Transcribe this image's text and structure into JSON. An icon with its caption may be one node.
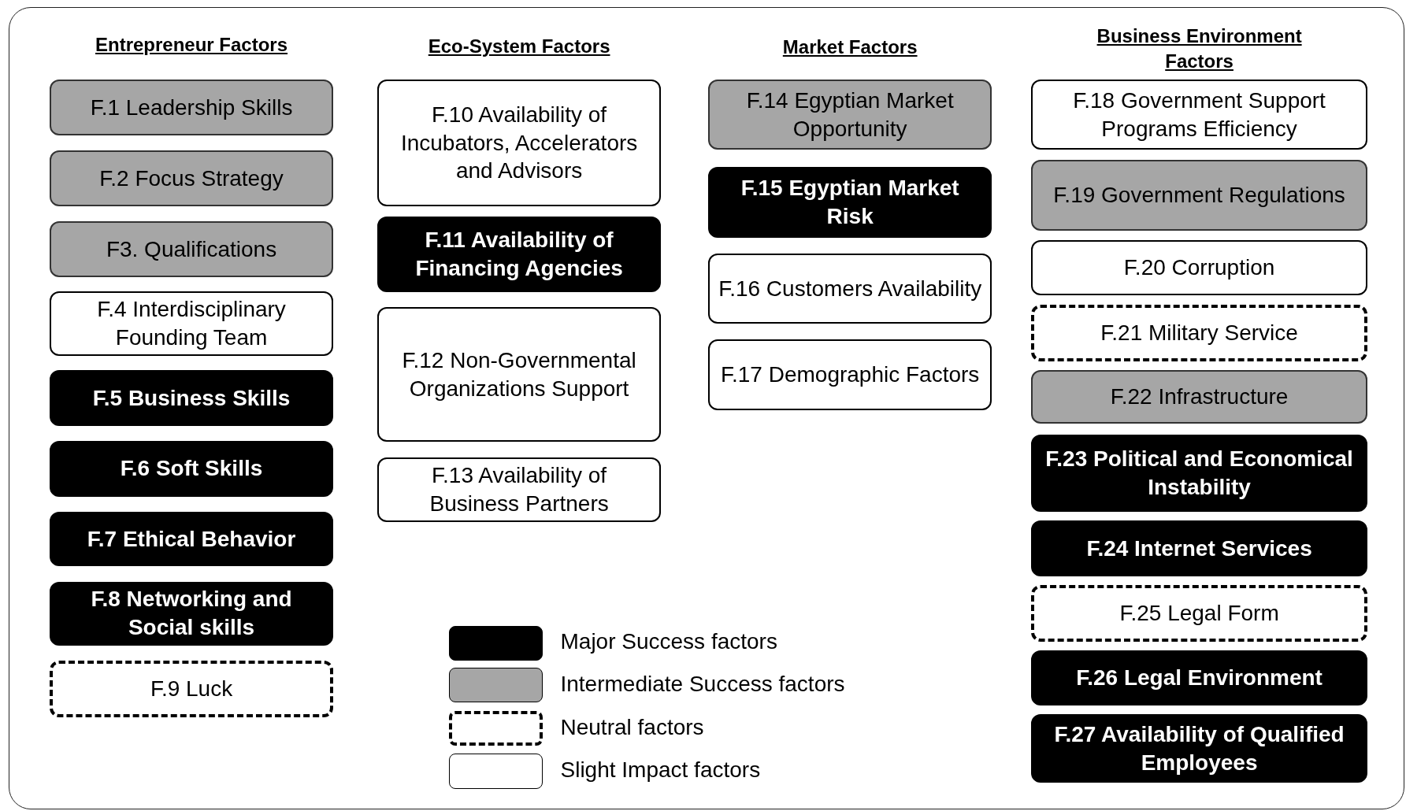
{
  "diagram": {
    "nodes": [
      {
        "text": [
          "F.1 Leadership Skills"
        ]
      },
      {
        "text": [
          "F.2 Focus Strategy"
        ]
      },
      {
        "text": [
          "F3. Qualifications"
        ]
      },
      {
        "text": [
          "F.4 Interdisciplinary Founding Team"
        ]
      },
      {
        "text": [
          "F.5 Business Skills"
        ]
      },
      {
        "text": [
          "F.6 Soft Skills"
        ]
      },
      {
        "text": [
          "F.7 Ethical Behavior"
        ]
      },
      {
        "text": [
          "F.8 Networking and Social skills"
        ]
      },
      {
        "text": [
          "F.9 Luck"
        ]
      },
      {
        "text": [
          "F.10 Availability  of Incubators, Accelerators and Advisors"
        ]
      },
      {
        "text": [
          "F.11 Availability of Financing Agencies"
        ]
      },
      {
        "text": [
          "F.12 Non-Governmental Organizations Support"
        ]
      },
      {
        "text": [
          "F.13 Availability of Business Partners"
        ]
      },
      {
        "text": [
          "F.14 Egyptian Market Opportunity"
        ]
      },
      {
        "text": [
          "F.15 Egyptian Market Risk"
        ]
      },
      {
        "text": [
          "F.16 Customers Availability"
        ]
      },
      {
        "text": [
          "F.17 Demographic Factors"
        ]
      },
      {
        "text": [
          "F.18 Government Support Programs Efficiency"
        ]
      },
      {
        "text": [
          "F.19 Government Regulations"
        ]
      },
      {
        "text": [
          "F.20 Corruption"
        ]
      },
      {
        "text": [
          "F.21 Military Service"
        ]
      },
      {
        "text": [
          "F.22 Infrastructure"
        ]
      },
      {
        "text": [
          "F.23 Political and Economical Instability"
        ]
      },
      {
        "text": [
          "F.24 Internet Services"
        ]
      },
      {
        "text": [
          "F.25 Legal Form"
        ]
      },
      {
        "text": [
          "F.26 Legal Environment"
        ]
      },
      {
        "text": [
          "F.27 Availability of Qualified Employees"
        ]
      }
    ],
    "labels": [
      "Entrepreneur Factors",
      "Eco-System Factors",
      "Market Factors",
      "Business Environment Factors"
    ],
    "legend": [
      {
        "text": "Major Success factors",
        "color": "#000000"
      },
      {
        "text": "Intermediate Success factors",
        "color": "#a6a6a6"
      },
      {
        "text": "Neutral factors"
      },
      {
        "text": "Slight Impact factors",
        "color": "#ffffff"
      }
    ]
  }
}
